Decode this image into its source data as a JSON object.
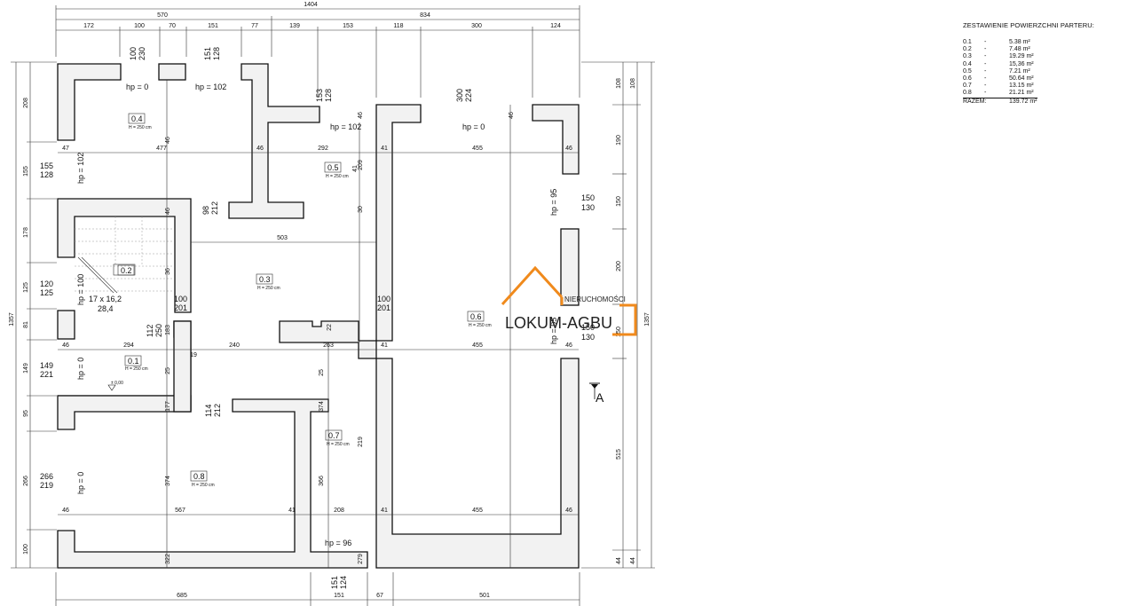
{
  "summary": {
    "title": "ZESTAWIENIE POWIERZCHNI PARTERU:",
    "rows": [
      {
        "id": "0.1",
        "sep": "-",
        "area": "5.38 m²"
      },
      {
        "id": "0.2",
        "sep": "-",
        "area": "7.48 m²"
      },
      {
        "id": "0.3",
        "sep": "-",
        "area": "19.29 m²"
      },
      {
        "id": "0.4",
        "sep": "-",
        "area": "15,36 m²"
      },
      {
        "id": "0.5",
        "sep": "-",
        "area": "7.21 m²"
      },
      {
        "id": "0.6",
        "sep": "-",
        "area": "50.64 m²"
      },
      {
        "id": "0.7",
        "sep": "-",
        "area": "13.15 m²"
      },
      {
        "id": "0.8",
        "sep": "-",
        "area": "21.21 m²"
      }
    ],
    "total_label": "RAZEM:",
    "total_value": "139.72 m²"
  },
  "rooms": [
    {
      "id": "0.4",
      "height": "H = 250 cm"
    },
    {
      "id": "0.5",
      "height": "H = 250 cm"
    },
    {
      "id": "0.2",
      "height": ""
    },
    {
      "id": "0.3",
      "height": "H = 250 cm"
    },
    {
      "id": "0.6",
      "height": "H = 250 cm"
    },
    {
      "id": "0.1",
      "height": "H = 250 cm"
    },
    {
      "id": "0.7",
      "height": "H = 250 cm"
    },
    {
      "id": "0.8",
      "height": "H = 250 cm"
    }
  ],
  "hp_labels": [
    "hp = 0",
    "hp = 102",
    "hp = 102",
    "hp = 0",
    "hp = 102",
    "hp = 95",
    "hp = 100",
    "hp = 0",
    "hp = 95",
    "hp = 0",
    "hp = 96"
  ],
  "openings": [
    {
      "w": "100",
      "h": "230"
    },
    {
      "w": "151",
      "h": "128"
    },
    {
      "w": "153",
      "h": "128"
    },
    {
      "w": "300",
      "h": "224"
    },
    {
      "w": "155",
      "h": "128"
    },
    {
      "w": "150",
      "h": "130"
    },
    {
      "w": "98",
      "h": "212"
    },
    {
      "w": "120",
      "h": "125"
    },
    {
      "w": "100",
      "h": "201"
    },
    {
      "w": "100",
      "h": "201"
    },
    {
      "w": "150",
      "h": "130"
    },
    {
      "w": "112",
      "h": "250"
    },
    {
      "w": "149",
      "h": "221"
    },
    {
      "w": "114",
      "h": "212"
    },
    {
      "w": "266",
      "h": "219"
    },
    {
      "w": "151",
      "h": "124"
    }
  ],
  "stairs": {
    "label": "17 x 16,2",
    "value": "28,4"
  },
  "level_mark": "± 0,00",
  "section_mark": "A",
  "dims": {
    "top_total": "1404",
    "top_sub": [
      "570",
      "834"
    ],
    "top_row": [
      "172",
      "100",
      "70",
      "151",
      "77",
      "139",
      "153",
      "118",
      "300",
      "124"
    ],
    "bottom_row": [
      "685",
      "151",
      "67",
      "501"
    ],
    "left_total": "1357",
    "left_row": [
      "208",
      "155",
      "178",
      "125",
      "81",
      "149",
      "95",
      "266",
      "100"
    ],
    "right_total": "1357",
    "right_row1": [
      "108",
      "190",
      "150",
      "200",
      "150",
      "515",
      "44"
    ],
    "right_row2": [
      "108",
      "44"
    ],
    "interior": [
      "477",
      "47",
      "46",
      "292",
      "41",
      "455",
      "46",
      "503",
      "294",
      "46",
      "19",
      "240",
      "263",
      "41",
      "455",
      "46",
      "567",
      "41",
      "208",
      "41",
      "455",
      "46",
      "46",
      "46",
      "46",
      "46",
      "322",
      "46",
      "279",
      "36",
      "183",
      "25",
      "177",
      "25",
      "374",
      "374",
      "366",
      "219",
      "209",
      "41",
      "30",
      "22"
    ]
  },
  "watermark": {
    "top": "NIERUCHOMOŚCI",
    "main": "LOKUM-AGBU",
    "color": "#f08a1c"
  }
}
